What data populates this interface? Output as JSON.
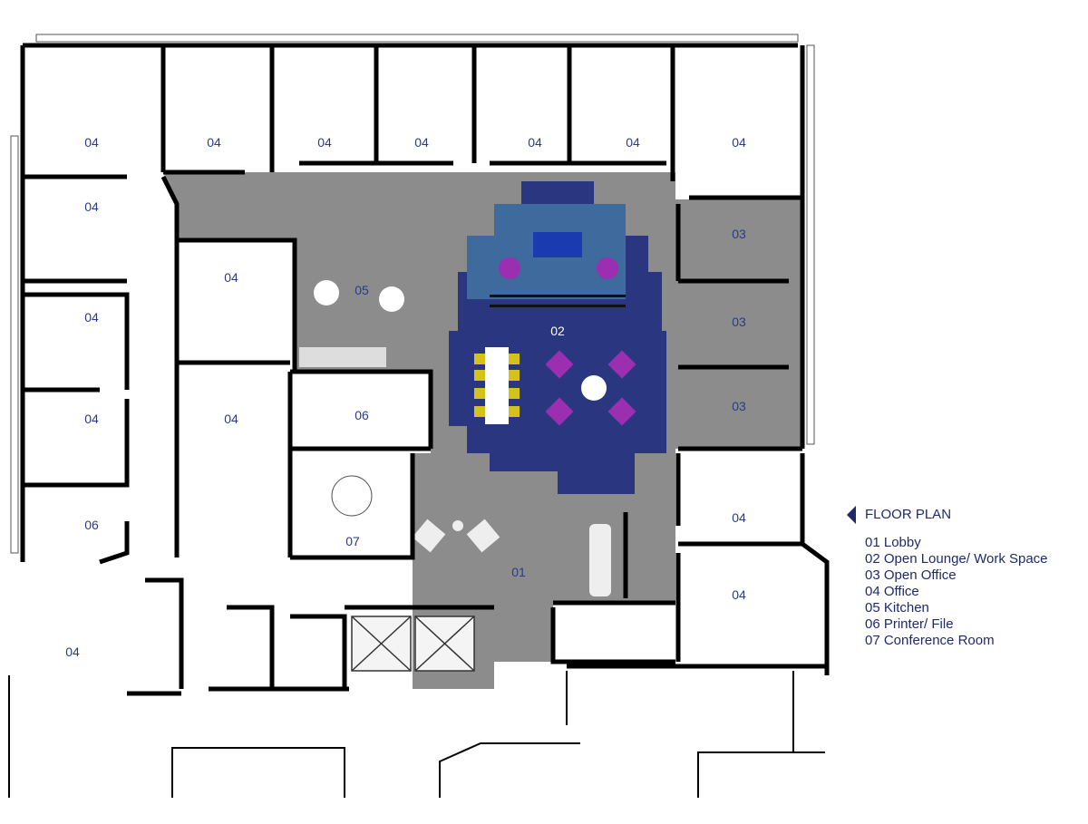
{
  "legend": {
    "title": "FLOOR PLAN",
    "items": [
      "01 Lobby",
      "02 Open Lounge/ Work Space",
      "03 Open Office",
      "04 Office",
      "05 Kitchen",
      "06 Printer/ File",
      "07 Conference Room"
    ]
  },
  "rooms": [
    "04",
    "04",
    "04",
    "04",
    "04",
    "04",
    "04",
    "04",
    "04",
    "04",
    "04",
    "04",
    "04",
    "04",
    "04",
    "03",
    "03",
    "03",
    "05",
    "02",
    "06",
    "07",
    "06",
    "01"
  ],
  "colors": {
    "label": "#2b3a86",
    "wall": "#000000",
    "floor": "#8a8a8a",
    "carpet": "#2a3a8a",
    "accent": "#9b2fb0",
    "chair": "#d4c21a"
  }
}
